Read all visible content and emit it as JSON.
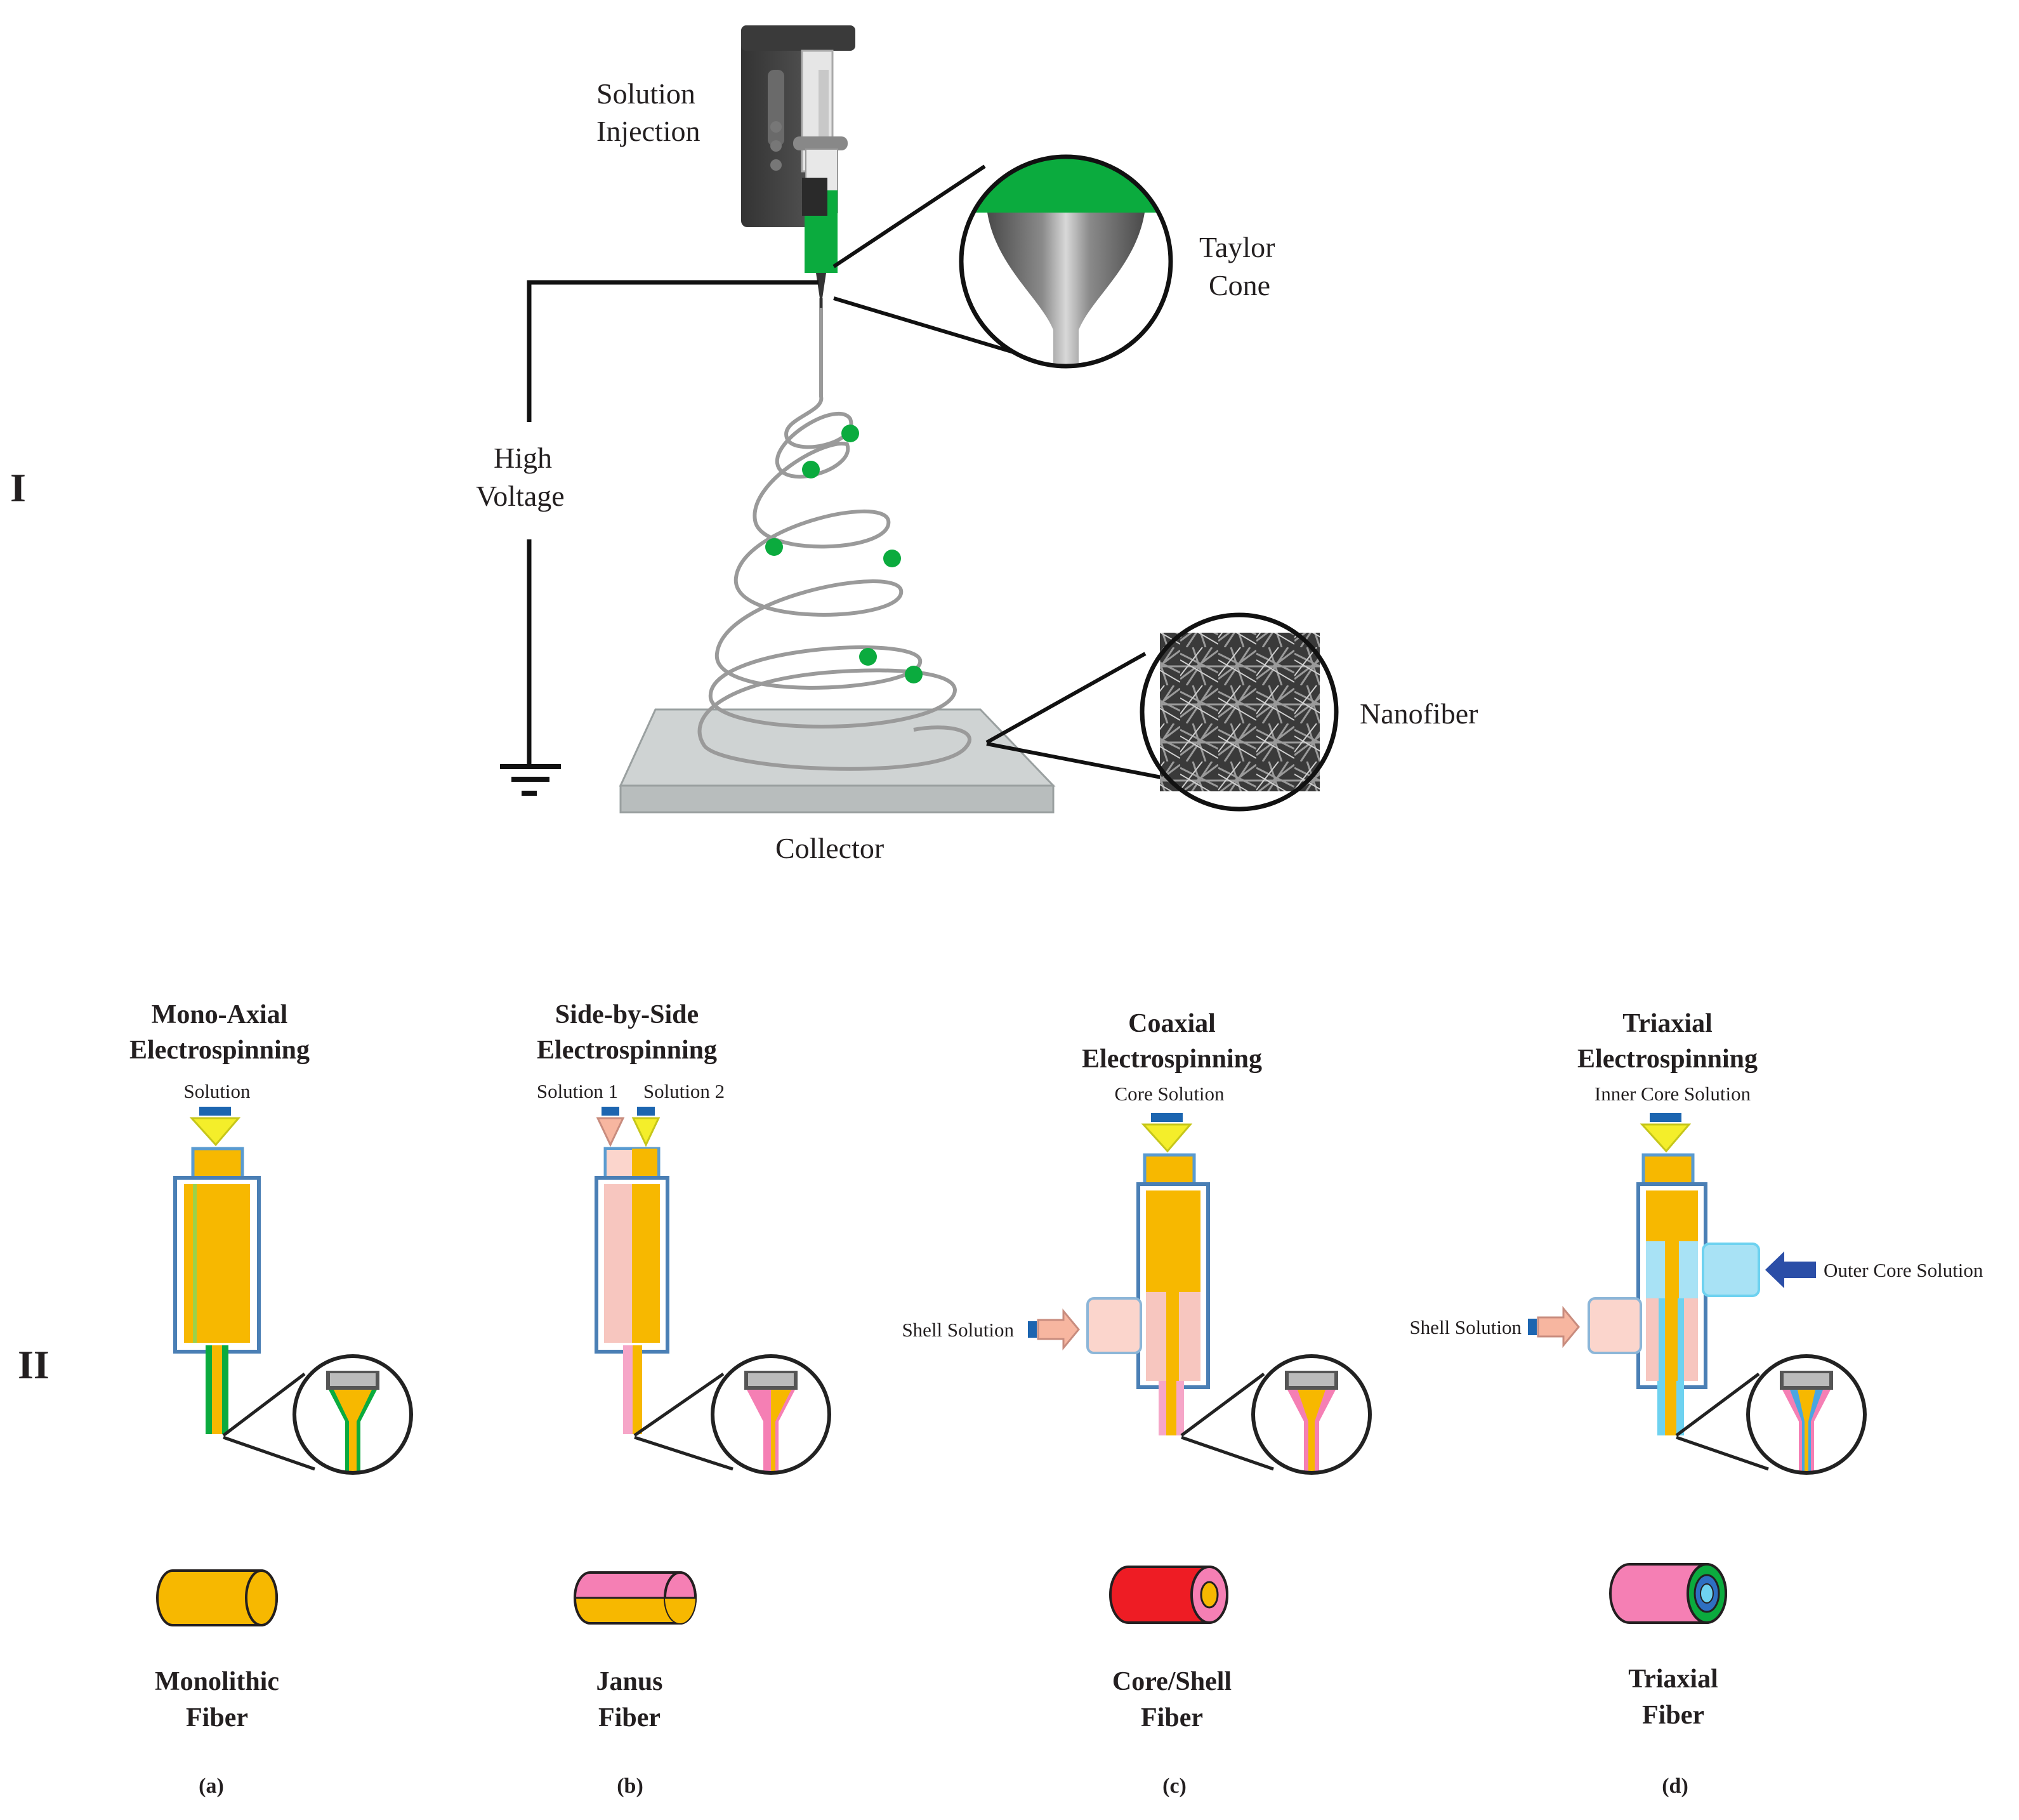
{
  "part1": {
    "roman": "I",
    "solution_injection": [
      "Solution",
      "Injection"
    ],
    "taylor_cone": [
      "Taylor",
      "Cone"
    ],
    "high_voltage": [
      "High",
      "Voltage"
    ],
    "nanofiber": "Nanofiber",
    "collector": "Collector"
  },
  "part2": {
    "roman": "II",
    "mono": {
      "title": [
        "Mono-Axial",
        "Electrospinning"
      ],
      "solution": "Solution",
      "fiber": [
        "Monolithic",
        "Fiber"
      ],
      "caption": "(a)"
    },
    "side": {
      "title": [
        "Side-by-Side",
        "Electrospinning"
      ],
      "solution1": "Solution 1",
      "solution2": "Solution 2",
      "fiber": [
        "Janus",
        "Fiber"
      ],
      "caption": "(b)"
    },
    "coax": {
      "title": [
        "Coaxial",
        "Electrospinning"
      ],
      "core": "Core Solution",
      "shell": "Shell Solution",
      "fiber": [
        "Core/Shell",
        "Fiber"
      ],
      "caption": "(c)"
    },
    "tri": {
      "title": [
        "Triaxial",
        "Electrospinning"
      ],
      "inner": "Inner Core Solution",
      "outer": "Outer Core Solution",
      "shell": "Shell Solution",
      "fiber": [
        "Triaxial",
        "Fiber"
      ],
      "caption": "(d)"
    }
  },
  "colors": {
    "green": "#0bab3e",
    "yellow": "#f7b800",
    "pink": "#f57fb4",
    "light_pink": "#f7c6b6",
    "red": "#ee1c24",
    "cyan": "#6ed2f0",
    "blue": "#2b4ea7",
    "collector": "#cfd3d3"
  }
}
